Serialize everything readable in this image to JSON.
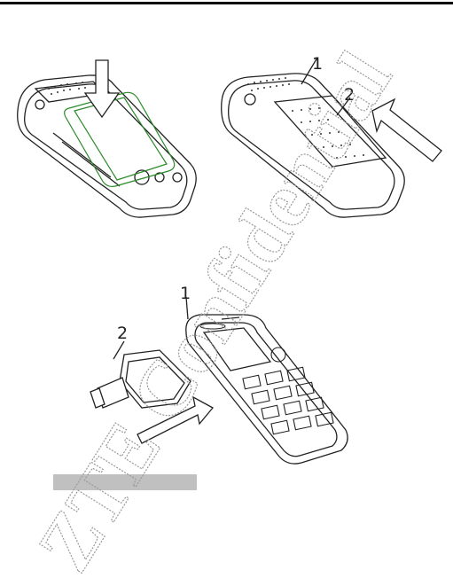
{
  "page": {
    "watermark_text": "ZTE Confidential",
    "figures": {
      "battery_insert": {
        "label": "battery-insert-figure"
      },
      "cover_close": {
        "callouts": [
          "1",
          "2"
        ]
      },
      "charger_connect": {
        "callouts": [
          "1",
          "2"
        ]
      }
    },
    "caption": ""
  }
}
